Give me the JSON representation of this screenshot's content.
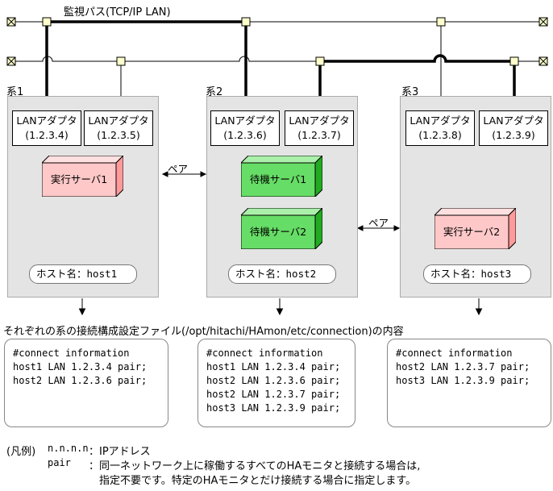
{
  "network": {
    "monitor_bus_label": "監視パス(TCP/IP LAN)"
  },
  "systems": [
    {
      "label": "系1",
      "adapters": [
        {
          "title": "LANアダプタ",
          "ip": "(1.2.3.4)"
        },
        {
          "title": "LANアダプタ",
          "ip": "(1.2.3.5)"
        }
      ],
      "servers": [
        {
          "label": "実行サーバ1",
          "kind": "active"
        }
      ],
      "host_label": "ホスト名：",
      "host_name": "host1"
    },
    {
      "label": "系2",
      "adapters": [
        {
          "title": "LANアダプタ",
          "ip": "(1.2.3.6)"
        },
        {
          "title": "LANアダプタ",
          "ip": "(1.2.3.7)"
        }
      ],
      "servers": [
        {
          "label": "待機サーバ1",
          "kind": "standby"
        },
        {
          "label": "待機サーバ2",
          "kind": "standby"
        }
      ],
      "host_label": "ホスト名：",
      "host_name": "host2"
    },
    {
      "label": "系3",
      "adapters": [
        {
          "title": "LANアダプタ",
          "ip": "(1.2.3.8)"
        },
        {
          "title": "LANアダプタ",
          "ip": "(1.2.3.9)"
        }
      ],
      "servers": [
        {
          "label": "実行サーバ2",
          "kind": "active"
        }
      ],
      "host_label": "ホスト名：",
      "host_name": "host3"
    }
  ],
  "pairs": [
    {
      "label": "ペア"
    },
    {
      "label": "ペア"
    }
  ],
  "caption": "それぞれの系の接続構成設定ファイル(/opt/hitachi/HAmon/etc/connection)の内容",
  "config_files": [
    {
      "lines": [
        "#connect information",
        "host1 LAN 1.2.3.4 pair;",
        "host2 LAN 1.2.3.6 pair;"
      ]
    },
    {
      "lines": [
        "#connect information",
        "host1 LAN 1.2.3.4 pair;",
        "host2 LAN 1.2.3.6 pair;",
        "host2 LAN 1.2.3.7 pair;",
        "host3 LAN 1.2.3.9 pair;"
      ]
    },
    {
      "lines": [
        "#connect information",
        "host2 LAN 1.2.3.7 pair;",
        "host3 LAN 1.2.3.9 pair;"
      ]
    }
  ],
  "legend": {
    "title": "(凡例)",
    "entries": [
      {
        "term": "n.n.n.n",
        "sep": "：",
        "desc": "IPアドレス"
      },
      {
        "term": "pair",
        "sep": "：",
        "desc": "同一ネットワーク上に稼働するすべてのHAモニタと接続する場合は,"
      },
      {
        "term": "",
        "sep": "",
        "desc": "指定不要です。特定のHAモニタとだけ接続する場合に指定します。"
      }
    ]
  },
  "colors": {
    "system_bg": "#e4e4e4",
    "active_server": "#ffc8c8",
    "standby_server": "#66dd66",
    "node": "#ffffcc"
  }
}
